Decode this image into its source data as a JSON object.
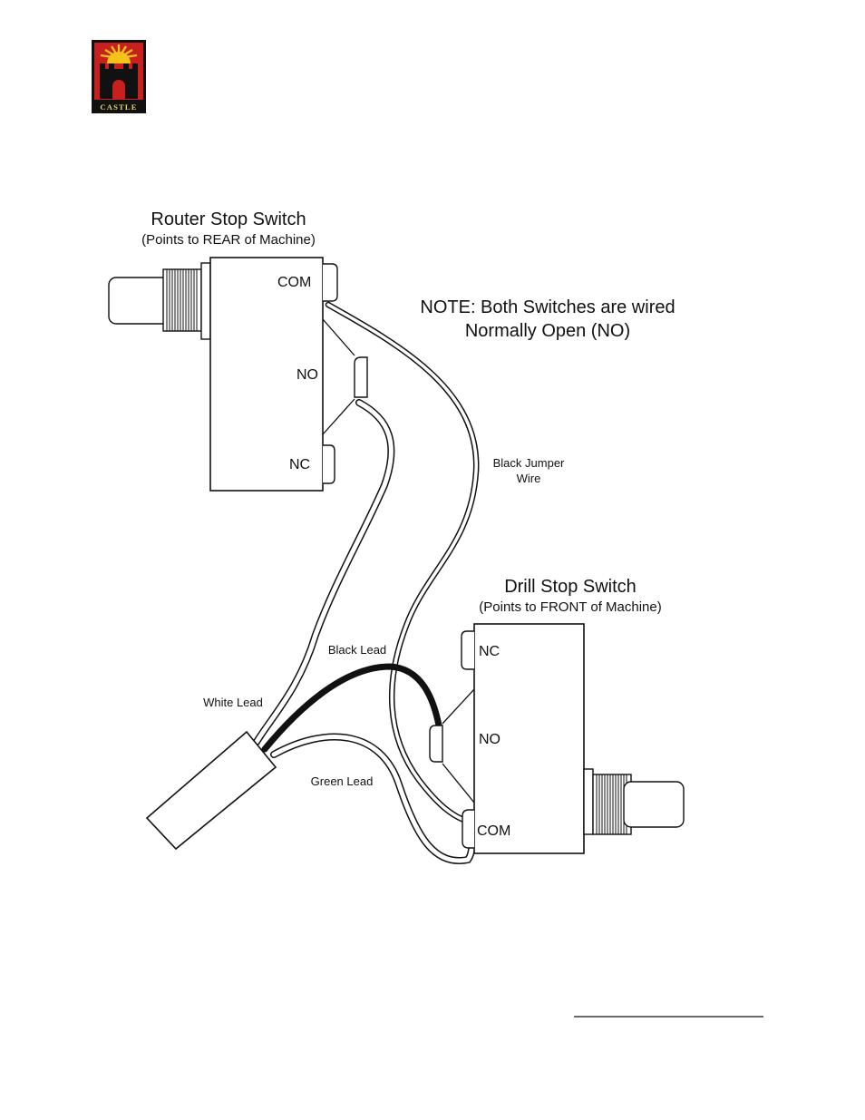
{
  "logo": {
    "text": "CASTLE",
    "colors": {
      "background": "#c8201e",
      "frame": "#111111",
      "sun": "#f3c21b",
      "text": "#f2d45a"
    }
  },
  "router_switch": {
    "title": "Router Stop Switch",
    "subtitle": "(Points to REAR of Machine)",
    "terminals": {
      "com": "COM",
      "no": "NO",
      "nc": "NC"
    }
  },
  "drill_switch": {
    "title": "Drill Stop Switch",
    "subtitle": "(Points to FRONT of Machine)",
    "terminals": {
      "nc": "NC",
      "no": "NO",
      "com": "COM"
    }
  },
  "note": {
    "line1": "NOTE: Both Switches are wired",
    "line2": "Normally Open (NO)"
  },
  "wires": {
    "jumper_line1": "Black Jumper",
    "jumper_line2": "Wire",
    "black_lead": "Black Lead",
    "white_lead": "White Lead",
    "green_lead": "Green Lead"
  }
}
